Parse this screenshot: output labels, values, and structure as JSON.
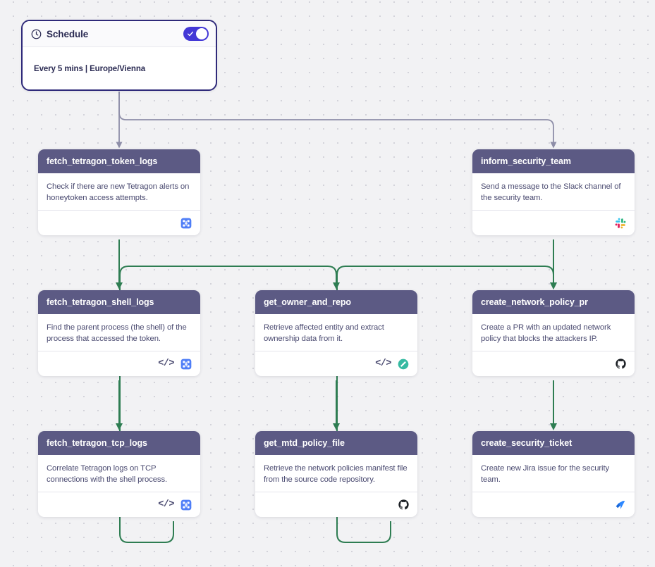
{
  "canvas": {
    "background_color": "#f2f2f4",
    "edge_color_trigger": "#8e8ea8",
    "edge_color_flow": "#2e7d52"
  },
  "trigger": {
    "icon": "clock-icon",
    "title": "Schedule",
    "enabled": true,
    "toggle_color": "#4338d6",
    "detail": "Every 5 mins | Europe/Vienna"
  },
  "nodes": [
    {
      "id": "fetch_tetragon_token_logs",
      "title": "fetch_tetragon_token_logs",
      "description": "Check if there are new Tetragon alerts on honeytoken access attempts.",
      "icons": [
        "tetragon-icon"
      ],
      "column": "left",
      "row": 1
    },
    {
      "id": "inform_security_team",
      "title": "inform_security_team",
      "description": "Send a message to the Slack channel of the security team.",
      "icons": [
        "slack-icon"
      ],
      "column": "right",
      "row": 1
    },
    {
      "id": "fetch_tetragon_shell_logs",
      "title": "fetch_tetragon_shell_logs",
      "description": "Find the parent process (the shell) of the process that accessed the token.",
      "icons": [
        "code-icon",
        "tetragon-icon"
      ],
      "column": "left",
      "row": 2
    },
    {
      "id": "get_owner_and_repo",
      "title": "get_owner_and_repo",
      "description": "Retrieve affected entity and extract ownership data from it.",
      "icons": [
        "code-icon",
        "backstage-icon"
      ],
      "column": "middle",
      "row": 2
    },
    {
      "id": "create_network_policy_pr",
      "title": "create_network_policy_pr",
      "description": "Create a PR with an updated network policy that blocks the attackers IP.",
      "icons": [
        "github-icon"
      ],
      "column": "right",
      "row": 2
    },
    {
      "id": "fetch_tetragon_tcp_logs",
      "title": "fetch_tetragon_tcp_logs",
      "description": "Correlate Tetragon logs on TCP connections with the shell process.",
      "icons": [
        "code-icon",
        "tetragon-icon"
      ],
      "column": "left",
      "row": 3
    },
    {
      "id": "get_mtd_policy_file",
      "title": "get_mtd_policy_file",
      "description": "Retrieve the network policies manifest file from the source code repository.",
      "icons": [
        "github-icon"
      ],
      "column": "middle",
      "row": 3
    },
    {
      "id": "create_security_ticket",
      "title": "create_security_ticket",
      "description": "Create new Jira issue for the security team.",
      "icons": [
        "jira-icon"
      ],
      "column": "right",
      "row": 3
    }
  ]
}
